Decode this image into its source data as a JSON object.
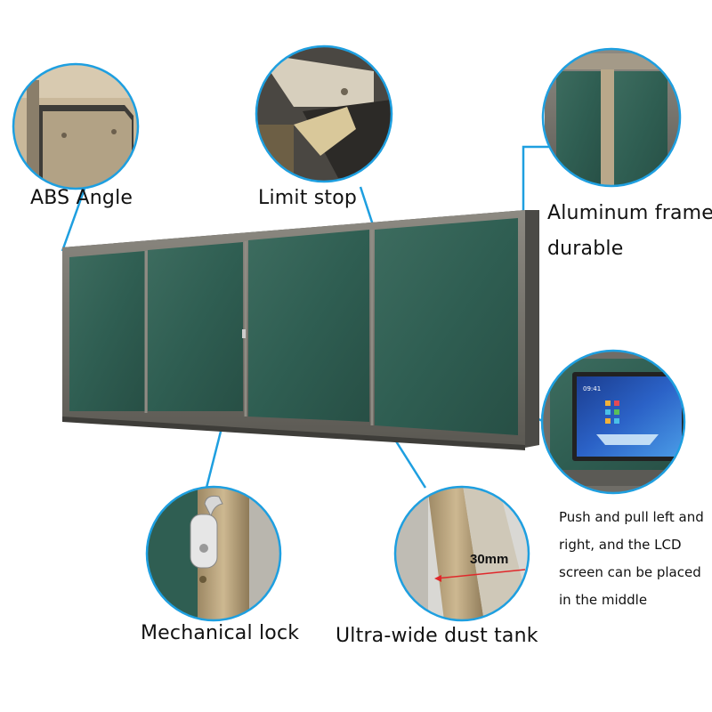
{
  "labels": {
    "abs_angle": "ABS Angle",
    "limit_stop": "Limit stop",
    "aluminum_frame": "Aluminum frame, durable",
    "mechanical_lock": "Mechanical lock",
    "dust_tank": "Ultra-wide dust tank",
    "push_pull": "Push and pull left and right, and the LCD screen can be placed in the middle"
  },
  "dimension": "30mm",
  "screen": {
    "time": "09:41"
  },
  "colors": {
    "board_green": "#2f5e52",
    "frame_gray": "#6a6862",
    "callout_blue": "#1e9fe0",
    "bezel_gold": "#b8a27a"
  }
}
